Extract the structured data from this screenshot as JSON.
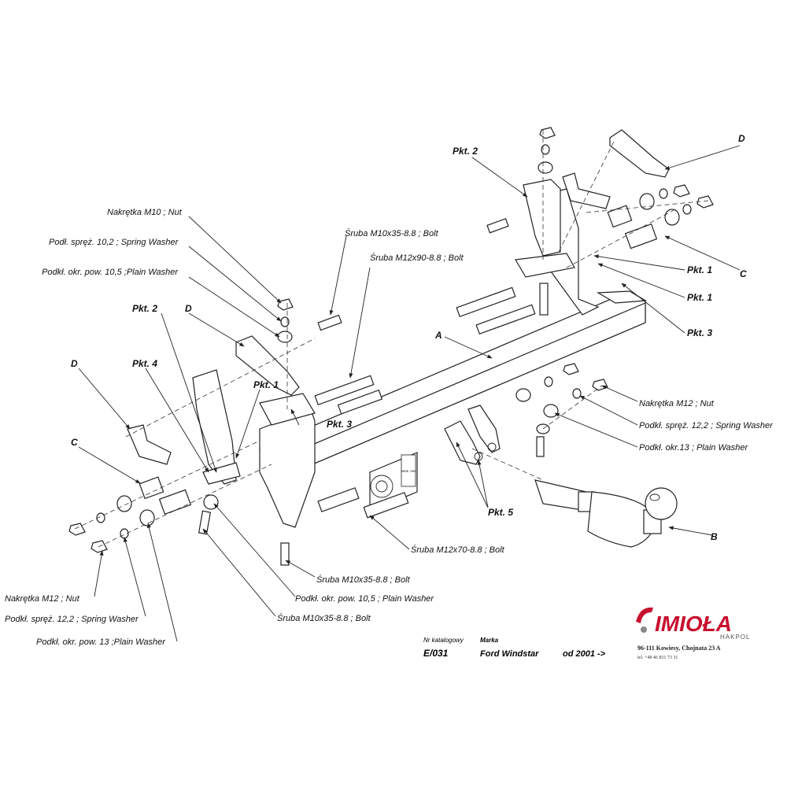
{
  "labels": {
    "nut_m10": "Nakrętka  M10 ; Nut",
    "spring_washer_10": "Podł. spręż. 10,2 ; Spring Washer",
    "plain_washer_10": "Podkł. okr. pow. 10,5 ;Plain Washer",
    "pkt2_left": "Pkt. 2",
    "d_upper_left": "D",
    "d_left": "D",
    "pkt4": "Pkt. 4",
    "pkt1_left": "Pkt. 1",
    "c_left": "C",
    "pkt3_left": "Pkt. 3",
    "bolt_m10_upper": "Śruba M10x35-8.8 ;  Bolt",
    "bolt_m12x90": "Śruba M12x90-8.8 ;  Bolt",
    "pkt2_right": "Pkt. 2",
    "d_right": "D",
    "a": "A",
    "pkt1_right_a": "Pkt. 1",
    "c_right": "C",
    "pkt1_right_b": "Pkt. 1",
    "pkt3_right": "Pkt. 3",
    "nut_m12_right": "Nakrętka  M12 ; Nut",
    "spring_washer_12_right": "Podkł. spręż. 12,2 ; Spring Washer",
    "plain_washer_13_right": "Podkł. okr.13 ; Plain Washer",
    "pkt5": "Pkt. 5",
    "b": "B",
    "bolt_m12x70": "Śruba M12x70-8.8 ;  Bolt",
    "bolt_m10_lower": "Śruba M10x35-8.8 ;  Bolt",
    "plain_washer_10_lower": "Podkł. okr. pow. 10,5 ; Plain Washer",
    "bolt_m10_bottom": "Śruba M10x35-8.8 ;  Bolt",
    "nut_m12_left": "Nakrętka  M12 ; Nut",
    "spring_washer_12_left": "Podkł. spręż. 12,2 ; Spring Washer",
    "plain_washer_13_left": "Podkł. okr. pow. 13 ;Plain Washer"
  },
  "catalog": {
    "nr_label": "Nr katalogowy",
    "nr_value": "E/031",
    "make_label": "Marka",
    "make_value": "Ford Windstar",
    "year_value": "od 2001 ->"
  },
  "brand": {
    "name": "IMIOŁA",
    "sub": "HAKPOL",
    "address": "96-111 Kowiesy, Chojnata 23 A",
    "phone": "tel. +48 46 831 73 31",
    "accent_color": "#c8102e"
  },
  "plate_text": "0000 000"
}
